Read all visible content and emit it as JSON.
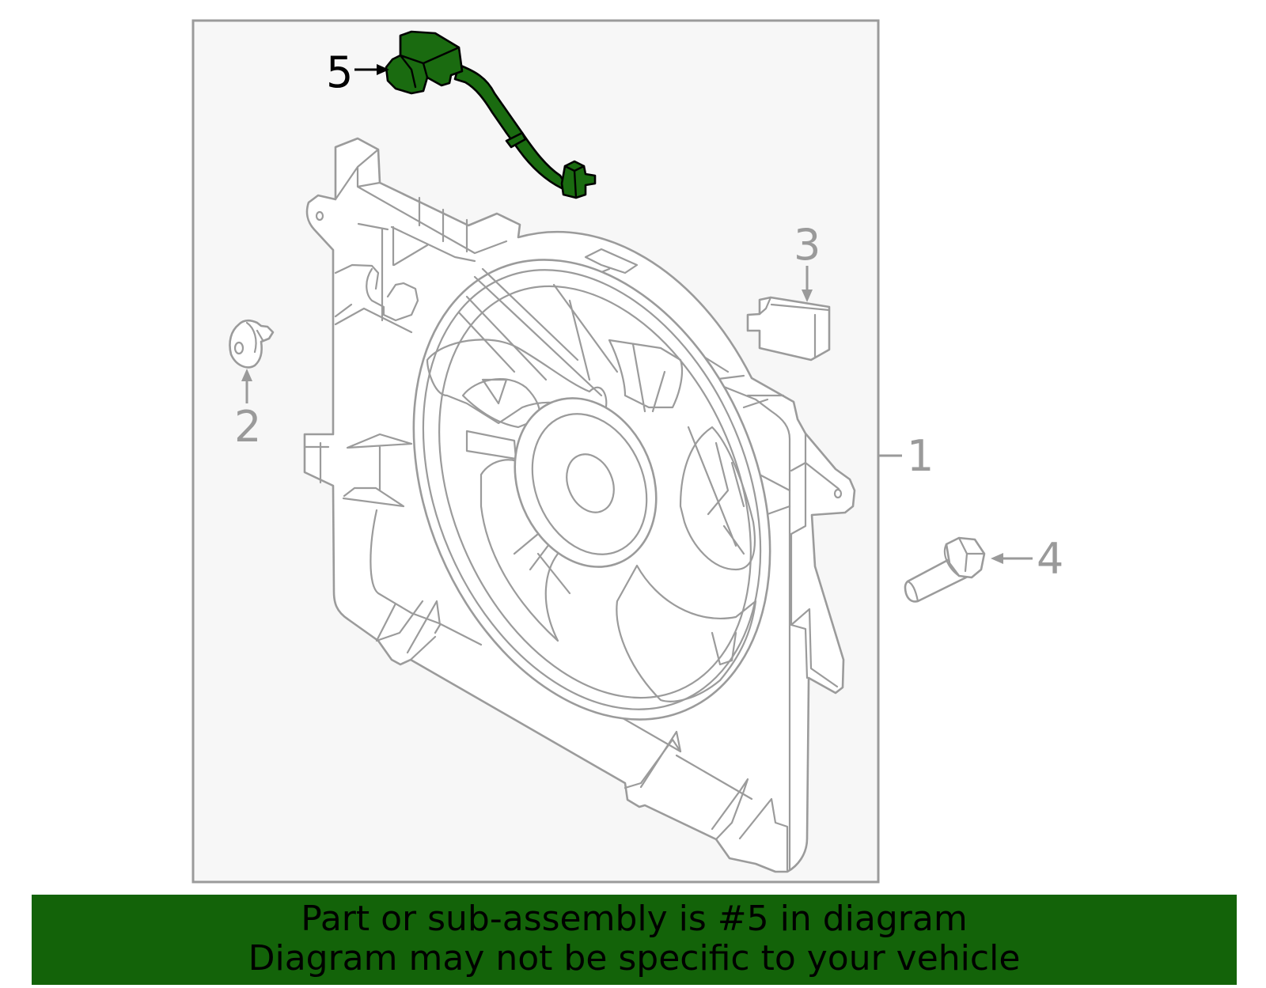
{
  "diagram": {
    "highlighted_part": "5",
    "callouts": [
      {
        "id": "1",
        "label": "1",
        "highlighted": false
      },
      {
        "id": "2",
        "label": "2",
        "highlighted": false
      },
      {
        "id": "3",
        "label": "3",
        "highlighted": false
      },
      {
        "id": "4",
        "label": "4",
        "highlighted": false
      },
      {
        "id": "5",
        "label": "5",
        "highlighted": true
      }
    ],
    "colors": {
      "highlight_fill": "#1a6b10",
      "line_art": "#9b9b9b",
      "frame_background": "#f7f7f7",
      "banner_background": "#136309"
    }
  },
  "banner": {
    "line1": "Part or sub-assembly is #5 in diagram",
    "line2": "Diagram may not be specific to your vehicle"
  }
}
